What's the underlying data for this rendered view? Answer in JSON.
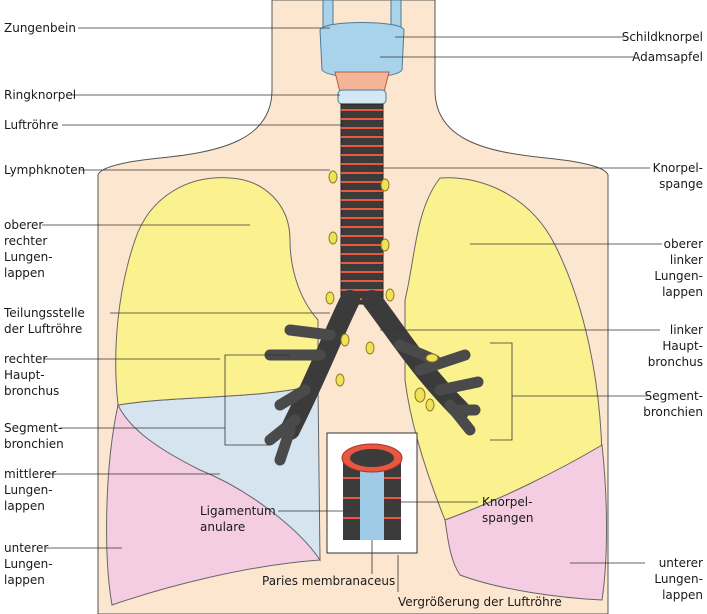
{
  "colors": {
    "skin": "#fde6cf",
    "lung_upper": "#fbf18f",
    "lung_middle": "#d6e4f0",
    "lung_lower": "#f4cde3",
    "cartilage_ring": "#e8573f",
    "trachea_dark": "#3b3b3b",
    "larynx": "#a9d3ea",
    "lymph_node": "#f0e256",
    "leader_line": "#333333"
  },
  "labels": {
    "zungenbein": "Zungenbein",
    "ringknorpel": "Ringknorpel",
    "luftroehre": "Luftröhre",
    "lymphknoten": "Lymphknoten",
    "oberer_rechter": [
      "oberer",
      "rechter",
      "Lungen-",
      "lappen"
    ],
    "teilungsstelle": [
      "Teilungsstelle",
      "der Luftröhre"
    ],
    "rechter_hauptbronchus": [
      "rechter",
      "Haupt-",
      "bronchus"
    ],
    "segmentbronchien_left": [
      "Segment-",
      "bronchien"
    ],
    "mittlerer": [
      "mittlerer",
      "Lungen-",
      "lappen"
    ],
    "unterer_rechts": [
      "unterer",
      "Lungen-",
      "lappen"
    ],
    "schildknorpel": "Schildknorpel",
    "adamsapfel": "Adamsapfel",
    "knorpelspange": [
      "Knorpel-",
      "spange"
    ],
    "oberer_linker": [
      "oberer",
      "linker",
      "Lungen-",
      "lappen"
    ],
    "linker_hauptbronchus": [
      "linker",
      "Haupt-",
      "bronchus"
    ],
    "segmentbronchien_right": [
      "Segment-",
      "bronchien"
    ],
    "unterer_links": [
      "unterer",
      "Lungen-",
      "lappen"
    ],
    "ligamentum": [
      "Ligamentum",
      "anulare"
    ],
    "knorpelspangen": [
      "Knorpel-",
      "spangen"
    ],
    "paries": "Paries membranaceus",
    "vergroesserung": "Vergrößerung der Luftröhre"
  }
}
